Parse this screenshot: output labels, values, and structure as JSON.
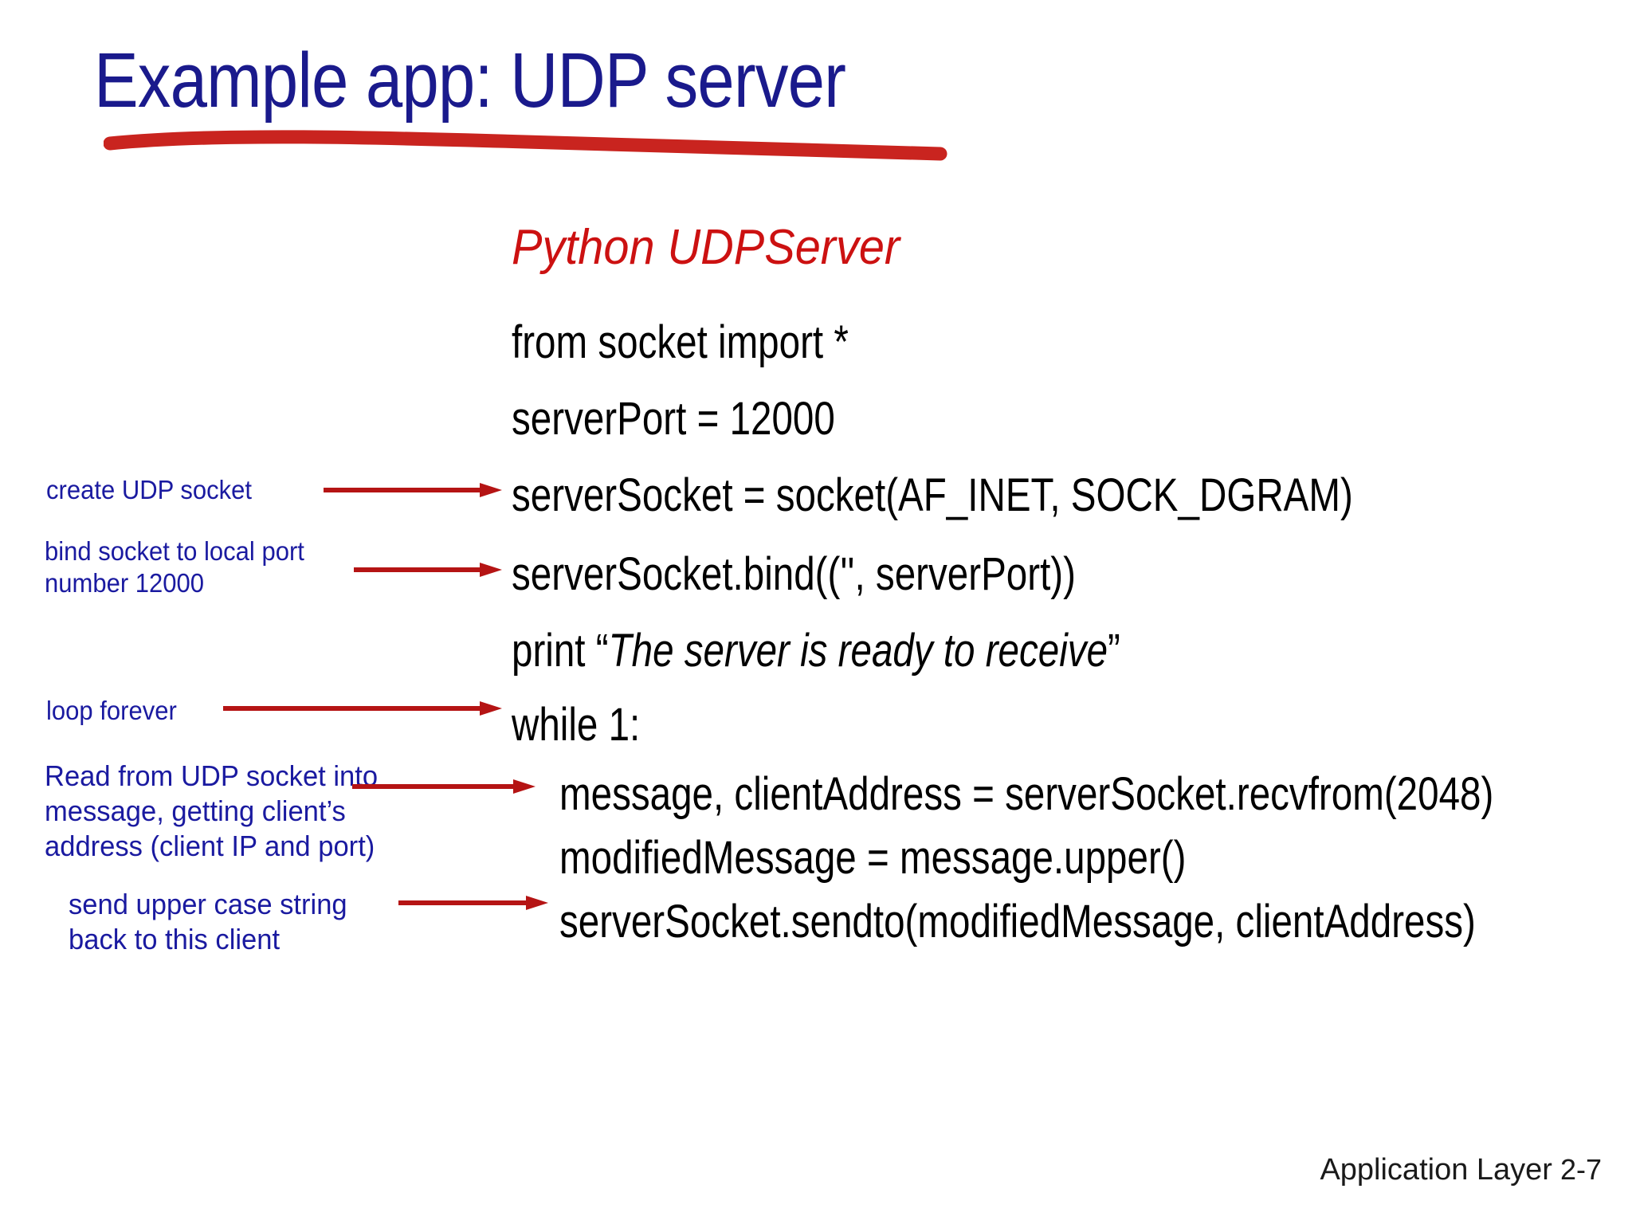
{
  "slide": {
    "title": "Example app: UDP server",
    "subtitle": "Python UDPServer",
    "title_color": "#1a1a8c",
    "subtitle_color": "#cc1111",
    "annotation_color": "#1a1aa0",
    "arrow_color": "#b51414",
    "underline_color": "#c9241f",
    "background_color": "#ffffff"
  },
  "code": {
    "lines": [
      {
        "text": "from socket import *",
        "indent": 0
      },
      {
        "text": "serverPort = 12000",
        "indent": 0
      },
      {
        "text": "serverSocket = socket(AF_INET, SOCK_DGRAM)",
        "indent": 0
      },
      {
        "text": "serverSocket.bind(('', serverPort))",
        "indent": 0
      },
      {
        "text_prefix": "print “",
        "text_italic": "The server is ready to receive",
        "text_suffix": "”",
        "indent": 0
      },
      {
        "text": "while 1:",
        "indent": 0
      },
      {
        "text": "message, clientAddress = serverSocket.recvfrom(2048)",
        "indent": 1
      },
      {
        "text": "modifiedMessage = message.upper()",
        "indent": 1
      },
      {
        "text": "serverSocket.sendto(modifiedMessage, clientAddress)",
        "indent": 1
      }
    ]
  },
  "annotations": [
    {
      "text": "create UDP socket",
      "size": "sm"
    },
    {
      "text": "bind socket to local port\nnumber 12000",
      "size": "sm"
    },
    {
      "text": "loop forever",
      "size": "sm"
    },
    {
      "text": "Read from UDP socket into\nmessage, getting client’s\naddress (client IP and port)",
      "size": "md"
    },
    {
      "text": "send upper case string\nback to this client",
      "size": "md"
    }
  ],
  "footer": {
    "label": "Application Layer",
    "page": "2-7"
  }
}
